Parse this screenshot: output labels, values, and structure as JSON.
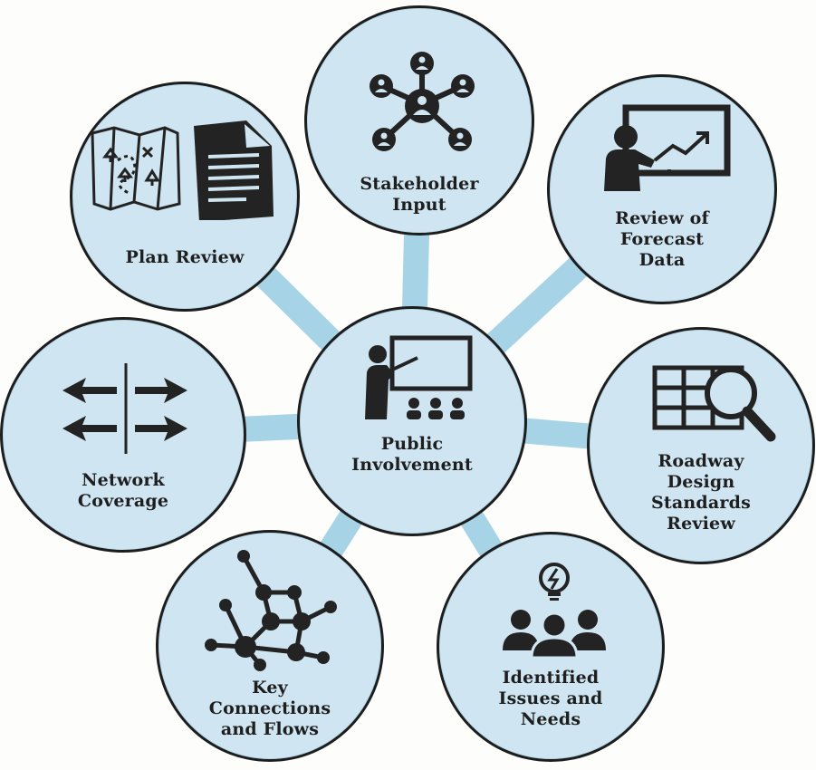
{
  "diagram": {
    "center": {
      "label": "Public\nInvolvement",
      "icon": "teacher-presentation-icon"
    },
    "nodes": [
      {
        "id": "stakeholder-input",
        "label": "Stakeholder\nInput",
        "icon": "network-people-icon"
      },
      {
        "id": "plan-review",
        "label": "Plan Review",
        "icon": "map-document-icon"
      },
      {
        "id": "review-forecast-data",
        "label": "Review of\nForecast\nData",
        "icon": "presenter-chart-icon"
      },
      {
        "id": "network-coverage",
        "label": "Network\nCoverage",
        "icon": "bidirectional-arrows-icon"
      },
      {
        "id": "roadway-design-standards-review",
        "label": "Roadway\nDesign\nStandards\nReview",
        "icon": "grid-magnifier-icon"
      },
      {
        "id": "key-connections-flows",
        "label": "Key\nConnections\nand Flows",
        "icon": "molecule-network-icon"
      },
      {
        "id": "identified-issues-needs",
        "label": "Identified\nIssues and\nNeeds",
        "icon": "group-lightbulb-icon"
      }
    ]
  },
  "colors": {
    "bubble_fill": "#cfe6f2",
    "bubble_border": "#1d1d1d",
    "connector": "#a7d3e6",
    "text": "#1e1e1e",
    "icon": "#232323"
  }
}
